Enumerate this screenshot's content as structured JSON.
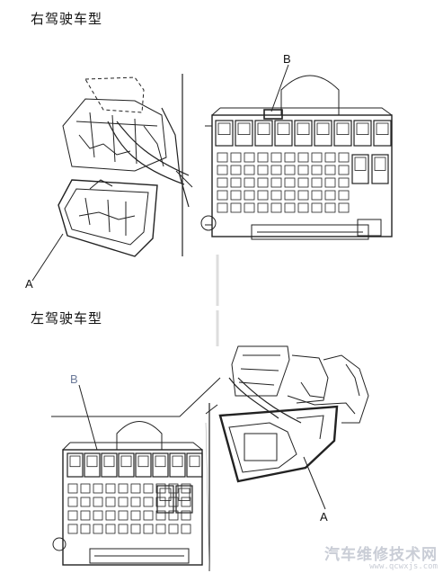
{
  "sections": {
    "right_hand_drive": {
      "title": "右驾驶车型",
      "label_a": "A",
      "label_b": "B"
    },
    "left_hand_drive": {
      "title": "左驾驶车型",
      "label_a": "A",
      "label_b": "B"
    }
  },
  "watermark": {
    "main": "汽车维修技术网",
    "url": "www.qcwxjs.com"
  }
}
